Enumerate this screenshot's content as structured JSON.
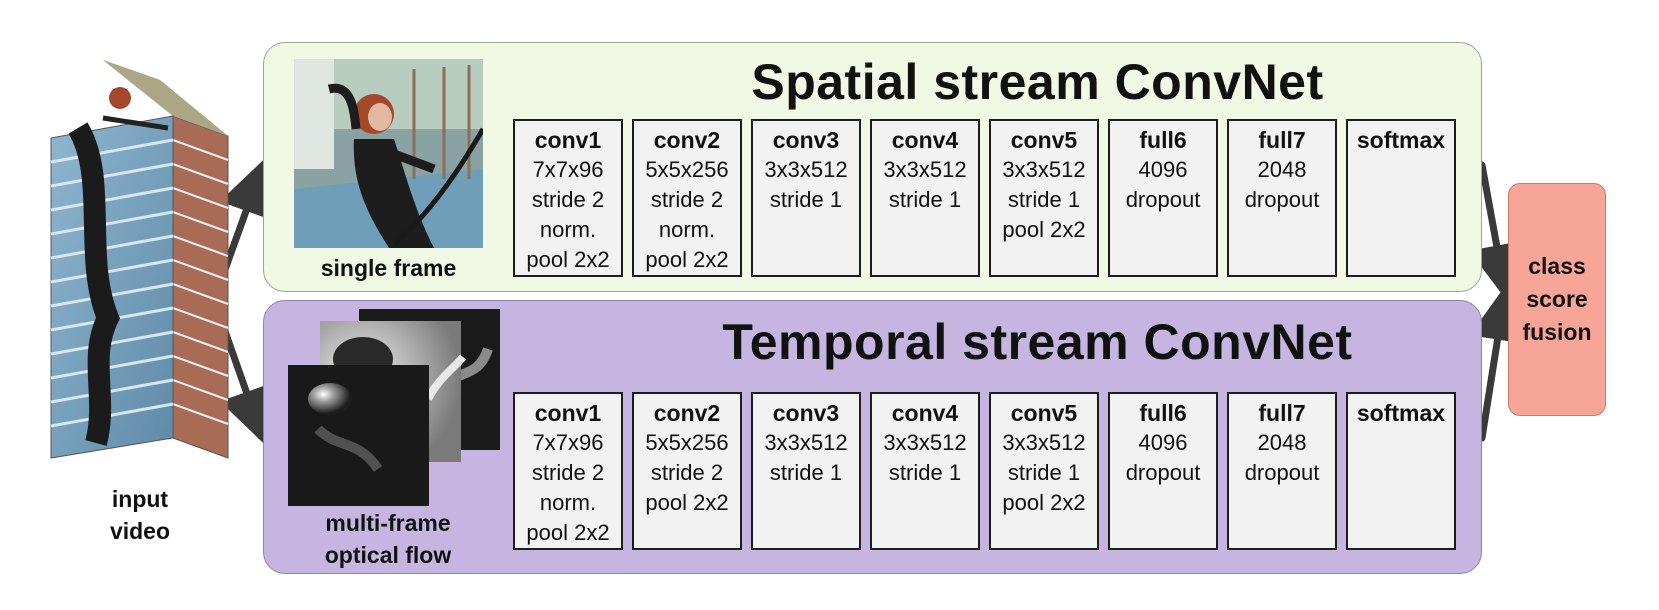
{
  "input": {
    "caption_line1": "input",
    "caption_line2": "video"
  },
  "spatial": {
    "title": "Spatial stream ConvNet",
    "image_caption": "single frame",
    "layers": [
      {
        "name": "conv1",
        "lines": [
          "7x7x96",
          "stride 2",
          "norm.",
          "pool 2x2"
        ]
      },
      {
        "name": "conv2",
        "lines": [
          "5x5x256",
          "stride 2",
          "norm.",
          "pool 2x2"
        ]
      },
      {
        "name": "conv3",
        "lines": [
          "3x3x512",
          "stride 1"
        ]
      },
      {
        "name": "conv4",
        "lines": [
          "3x3x512",
          "stride 1"
        ]
      },
      {
        "name": "conv5",
        "lines": [
          "3x3x512",
          "stride 1",
          "pool 2x2"
        ]
      },
      {
        "name": "full6",
        "lines": [
          "4096",
          "dropout"
        ]
      },
      {
        "name": "full7",
        "lines": [
          "2048",
          "dropout"
        ]
      },
      {
        "name": "softmax",
        "lines": []
      }
    ]
  },
  "temporal": {
    "title": "Temporal stream ConvNet",
    "image_caption_line1": "multi-frame",
    "image_caption_line2": "optical flow",
    "layers": [
      {
        "name": "conv1",
        "lines": [
          "7x7x96",
          "stride 2",
          "norm.",
          "pool 2x2"
        ]
      },
      {
        "name": "conv2",
        "lines": [
          "5x5x256",
          "stride 2",
          "pool 2x2"
        ]
      },
      {
        "name": "conv3",
        "lines": [
          "3x3x512",
          "stride 1"
        ]
      },
      {
        "name": "conv4",
        "lines": [
          "3x3x512",
          "stride 1"
        ]
      },
      {
        "name": "conv5",
        "lines": [
          "3x3x512",
          "stride 1",
          "pool 2x2"
        ]
      },
      {
        "name": "full6",
        "lines": [
          "4096",
          "dropout"
        ]
      },
      {
        "name": "full7",
        "lines": [
          "2048",
          "dropout"
        ]
      },
      {
        "name": "softmax",
        "lines": []
      }
    ]
  },
  "fusion": {
    "line1": "class",
    "line2": "score",
    "line3": "fusion"
  },
  "colors": {
    "spatial_bg": "#f1f8e3",
    "temporal_bg": "#c7b5e1",
    "fusion_bg": "#f6a596",
    "arrow": "#3a3a3a"
  }
}
